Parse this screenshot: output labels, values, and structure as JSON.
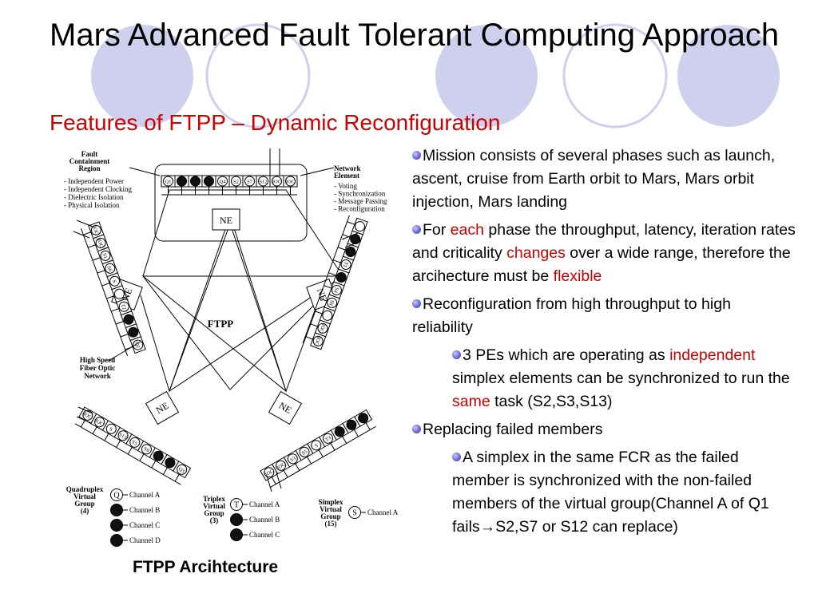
{
  "slide": {
    "title": "Mars Advanced Fault Tolerant Computing Approach",
    "subtitle": "Features of FTPP – Dynamic Reconfiguration",
    "colors": {
      "accent": "#cc0000",
      "circle_fill": "#cfcfee",
      "bullet": "#6a6ad8"
    }
  },
  "diagram": {
    "caption": "FTPP Arcihtecture",
    "center_label": "FTPP",
    "fcr_title": [
      "Fault",
      "Containment",
      "Region"
    ],
    "fcr_items": [
      "- Independent Power",
      "- Independent Clocking",
      "- Dielectric Isolation",
      "- Physical Isolation"
    ],
    "ne_title": [
      "Network",
      "Element"
    ],
    "ne_items": [
      "- Voting",
      "- Synchronization",
      "- Message Passing",
      "- Reconfiguration"
    ],
    "network_label": [
      "High Speed",
      "Fiber Optic",
      "Network"
    ],
    "ne_label": "NE",
    "top_slots": [
      "Q1",
      "",
      "",
      "",
      "Q4",
      "S2",
      "S7",
      "S12",
      "IOC",
      "IOC"
    ],
    "left_slots": [
      "IOC",
      "IOC",
      "S1",
      "S6",
      "S",
      "",
      "T2",
      "",
      "",
      "Q2"
    ],
    "right_slots": [
      "",
      "",
      "",
      "T1",
      "",
      "S4",
      "S8",
      "",
      "IOC",
      "IOC"
    ],
    "botleft_slots": [
      "IOC",
      "IOC",
      "S",
      "S13",
      "S5",
      "S9",
      "",
      "",
      "Q3"
    ],
    "botright_slots": [
      "IOC",
      "IOC",
      "S3",
      "S5",
      "S",
      "T3",
      "",
      "",
      ""
    ],
    "legend": {
      "quad": {
        "title": [
          "Quadruplex",
          "Virtual",
          "Group",
          "(4)"
        ],
        "symbol": "Q",
        "channels": [
          "Channel A",
          "Channel B",
          "Channel C",
          "Channel D"
        ]
      },
      "triplex": {
        "title": [
          "Triplex",
          "Virtual",
          "Group",
          "(3)"
        ],
        "symbol": "T",
        "channels": [
          "Channel A",
          "Channel B",
          "Channel C"
        ]
      },
      "simplex": {
        "title": [
          "Simplex",
          "Virtual",
          "Group",
          "(15)"
        ],
        "symbol": "S",
        "channels": [
          "Channel A"
        ]
      }
    }
  },
  "bullets": [
    {
      "level": 1,
      "parts": [
        {
          "t": "Mission consists of several phases such as launch, ascent, cruise from Earth orbit to Mars, Mars orbit injection, Mars landing"
        }
      ]
    },
    {
      "level": 1,
      "parts": [
        {
          "t": "For "
        },
        {
          "t": "each",
          "red": true
        },
        {
          "t": " phase the throughput, latency, iteration rates and criticality "
        },
        {
          "t": "changes",
          "red": true
        },
        {
          "t": " over a wide range, therefore the arcihecture must be "
        },
        {
          "t": "flexible",
          "red": true
        }
      ]
    },
    {
      "level": 1,
      "parts": [
        {
          "t": "Reconfiguration from high throughput to high reliability"
        }
      ]
    },
    {
      "level": 2,
      "parts": [
        {
          "t": "3 PEs which are operating as "
        },
        {
          "t": "independent",
          "red": true
        },
        {
          "t": " simplex elements can be synchronized to run the "
        },
        {
          "t": "same",
          "red": true
        },
        {
          "t": " task (S2,S3,S13)"
        }
      ]
    },
    {
      "level": 1,
      "parts": [
        {
          "t": "Replacing failed members"
        }
      ]
    },
    {
      "level": 2,
      "parts": [
        {
          "t": "A simplex in the same FCR as the failed member is synchronized with the non-failed members of the virtual group(Channel A of Q1 fails"
        },
        {
          "t": "→",
          "arrow": true
        },
        {
          "t": "S2,S7 or S12 can replace)"
        }
      ]
    }
  ]
}
